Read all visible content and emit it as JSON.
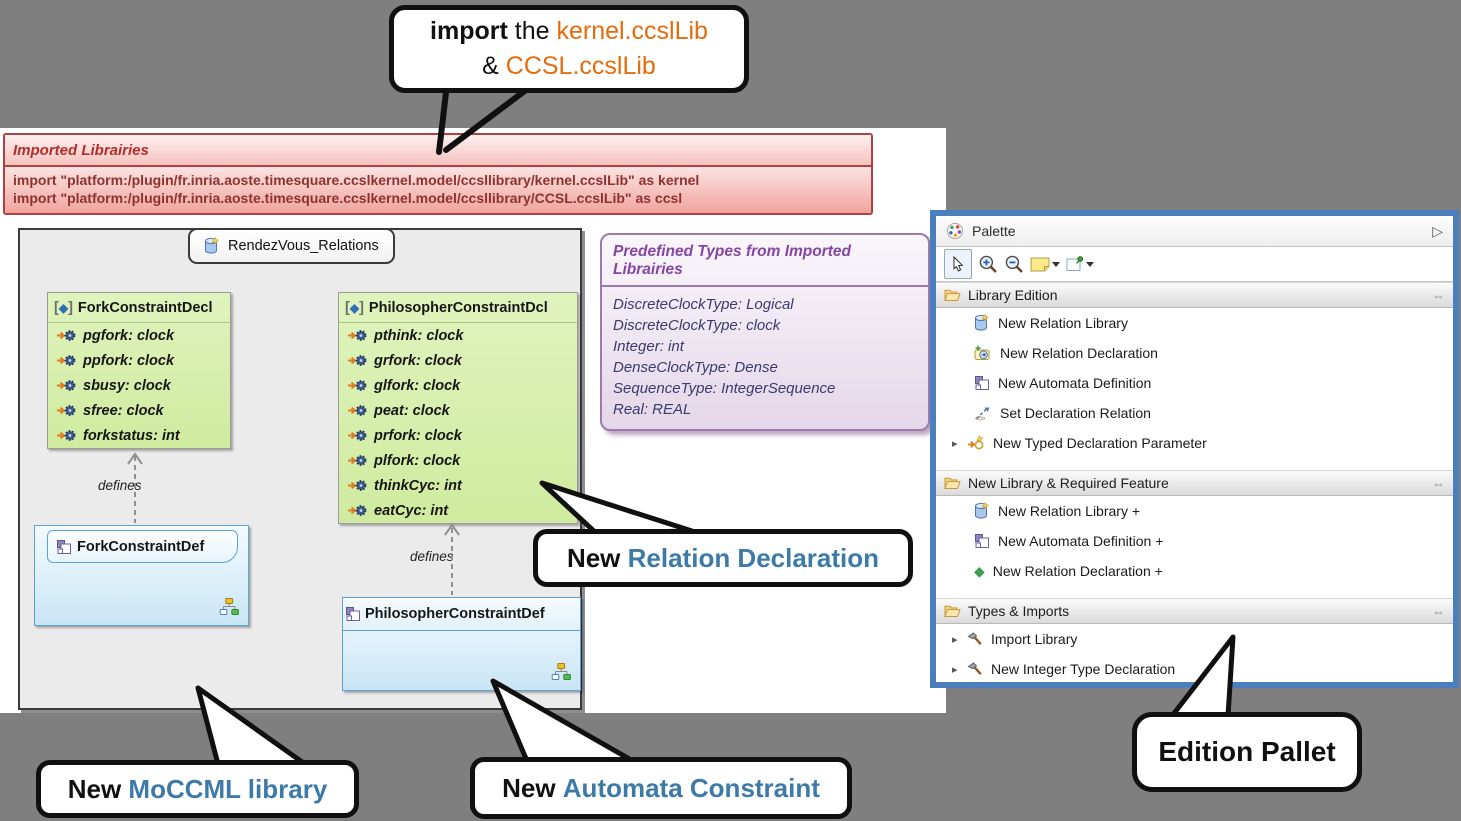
{
  "colors": {
    "background": "#7f7f7f",
    "orange": "#e46c0a",
    "steel_blue": "#3d7aa8",
    "imported_border": "#b0413f",
    "imported_text": "#8e3230",
    "types_border": "#9a7bab",
    "types_title": "#8445a3",
    "green_box": "#d5efa7",
    "blue_box_border": "#5da2d5",
    "palette_border": "#4a7ebc"
  },
  "icons": {
    "class_bracket_open": "[",
    "class_diamond": "◆",
    "class_bracket_close": "]",
    "flyout_arrow": "▷",
    "section_pin": "⇔",
    "expand_arrow": "▸",
    "green_diamond": "◆"
  },
  "callout_import": {
    "bold": "import",
    "plain": " the ",
    "orange_line1": "kernel.ccslLib",
    "amp": "& ",
    "orange_line2": "CCSL.ccslLib"
  },
  "imported_libraries": {
    "title": "Imported Librairies",
    "lines": [
      "import \"platform:/plugin/fr.inria.aoste.timesquare.ccslkernel.model/ccsllibrary/kernel.ccslLib\" as kernel",
      "import \"platform:/plugin/fr.inria.aoste.timesquare.ccslkernel.model/ccsllibrary/CCSL.ccslLib\" as ccsl"
    ]
  },
  "diagram": {
    "title": "RendezVous_Relations",
    "edge_label": "defines",
    "fork_decl": {
      "name": "ForkConstraintDecl",
      "attributes": [
        "pgfork: clock",
        "ppfork: clock",
        "sbusy: clock",
        "sfree: clock",
        "forkstatus: int"
      ]
    },
    "philosopher_decl": {
      "name": "PhilosopherConstraintDcl",
      "attributes": [
        "pthink: clock",
        "grfork: clock",
        "glfork: clock",
        "peat: clock",
        "prfork: clock",
        "plfork: clock",
        "thinkCyc: int",
        "eatCyc: int"
      ]
    },
    "fork_def": {
      "name": "ForkConstraintDef"
    },
    "philosopher_def": {
      "name": "PhilosopherConstraintDef"
    }
  },
  "predefined_types": {
    "title": "Predefined Types from Imported Librairies",
    "entries": [
      "DiscreteClockType: Logical",
      "DiscreteClockType: clock",
      "Integer: int",
      "DenseClockType: Dense",
      "SequenceType: IntegerSequence",
      "Real: REAL"
    ]
  },
  "palette": {
    "title": "Palette",
    "sections": [
      {
        "label": "Library Edition",
        "items": [
          {
            "label": "New Relation Library"
          },
          {
            "label": "New Relation Declaration"
          },
          {
            "label": "New Automata Definition"
          },
          {
            "label": "Set Declaration Relation"
          },
          {
            "label": "New Typed Declaration Parameter"
          }
        ]
      },
      {
        "label": "New Library & Required Feature",
        "items": [
          {
            "label": "New Relation Library +"
          },
          {
            "label": "New Automata Definition +"
          },
          {
            "label": "New Relation Declaration +"
          }
        ]
      },
      {
        "label": "Types & Imports",
        "items": [
          {
            "label": "Import Library"
          },
          {
            "label": "New Integer Type Declaration"
          }
        ]
      }
    ]
  },
  "callout_relation": {
    "prefix": "New ",
    "highlight": "Relation Declaration"
  },
  "callout_moccml": {
    "prefix": "New ",
    "highlight": "MoCCML library"
  },
  "callout_automata": {
    "prefix": "New ",
    "highlight": "Automata Constraint"
  },
  "callout_pallet": {
    "label": "Edition Pallet"
  }
}
